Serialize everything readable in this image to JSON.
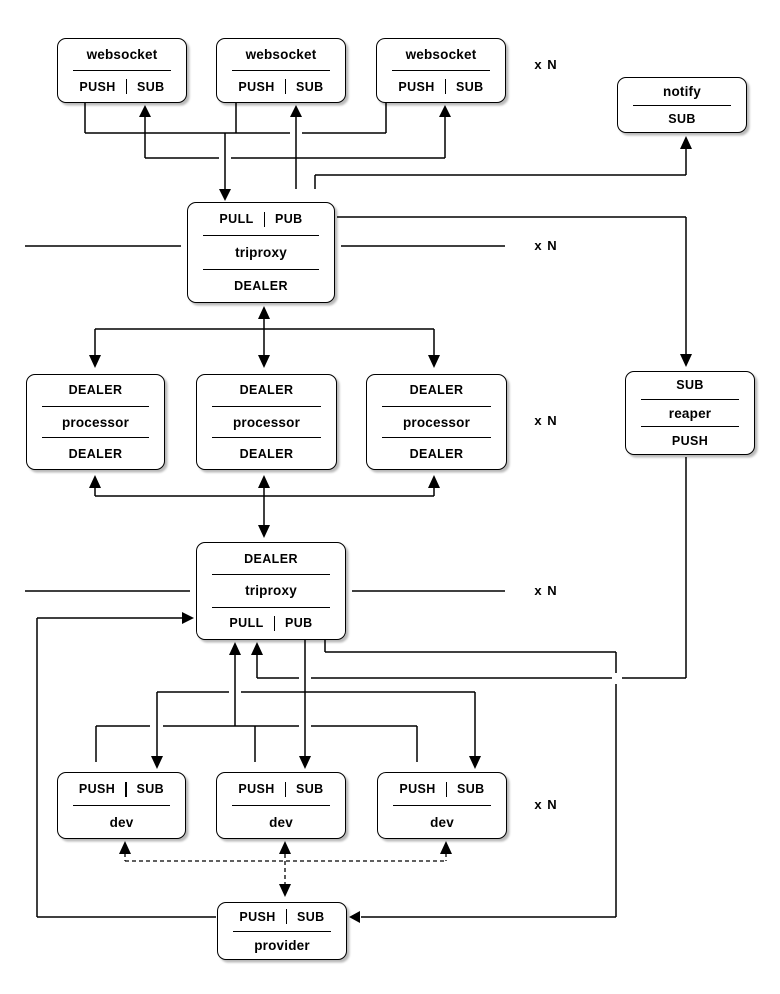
{
  "labels": {
    "replicate": "x N"
  },
  "nodes": {
    "websocket1": {
      "name": "websocket",
      "push": "PUSH",
      "sub": "SUB"
    },
    "websocket2": {
      "name": "websocket",
      "push": "PUSH",
      "sub": "SUB"
    },
    "websocket3": {
      "name": "websocket",
      "push": "PUSH",
      "sub": "SUB"
    },
    "notify": {
      "name": "notify",
      "sub": "SUB"
    },
    "triproxy_front": {
      "pull": "PULL",
      "pub": "PUB",
      "name": "triproxy",
      "dealer": "DEALER"
    },
    "processor1": {
      "dealer_top": "DEALER",
      "name": "processor",
      "dealer_bottom": "DEALER"
    },
    "processor2": {
      "dealer_top": "DEALER",
      "name": "processor",
      "dealer_bottom": "DEALER"
    },
    "processor3": {
      "dealer_top": "DEALER",
      "name": "processor",
      "dealer_bottom": "DEALER"
    },
    "reaper": {
      "sub": "SUB",
      "name": "reaper",
      "push": "PUSH"
    },
    "triproxy_back": {
      "dealer": "DEALER",
      "name": "triproxy",
      "pull": "PULL",
      "pub": "PUB"
    },
    "dev1": {
      "push": "PUSH",
      "sub": "SUB",
      "name": "dev"
    },
    "dev2": {
      "push": "PUSH",
      "sub": "SUB",
      "name": "dev"
    },
    "dev3": {
      "push": "PUSH",
      "sub": "SUB",
      "name": "dev"
    },
    "provider": {
      "push": "PUSH",
      "sub": "SUB",
      "name": "provider"
    }
  }
}
